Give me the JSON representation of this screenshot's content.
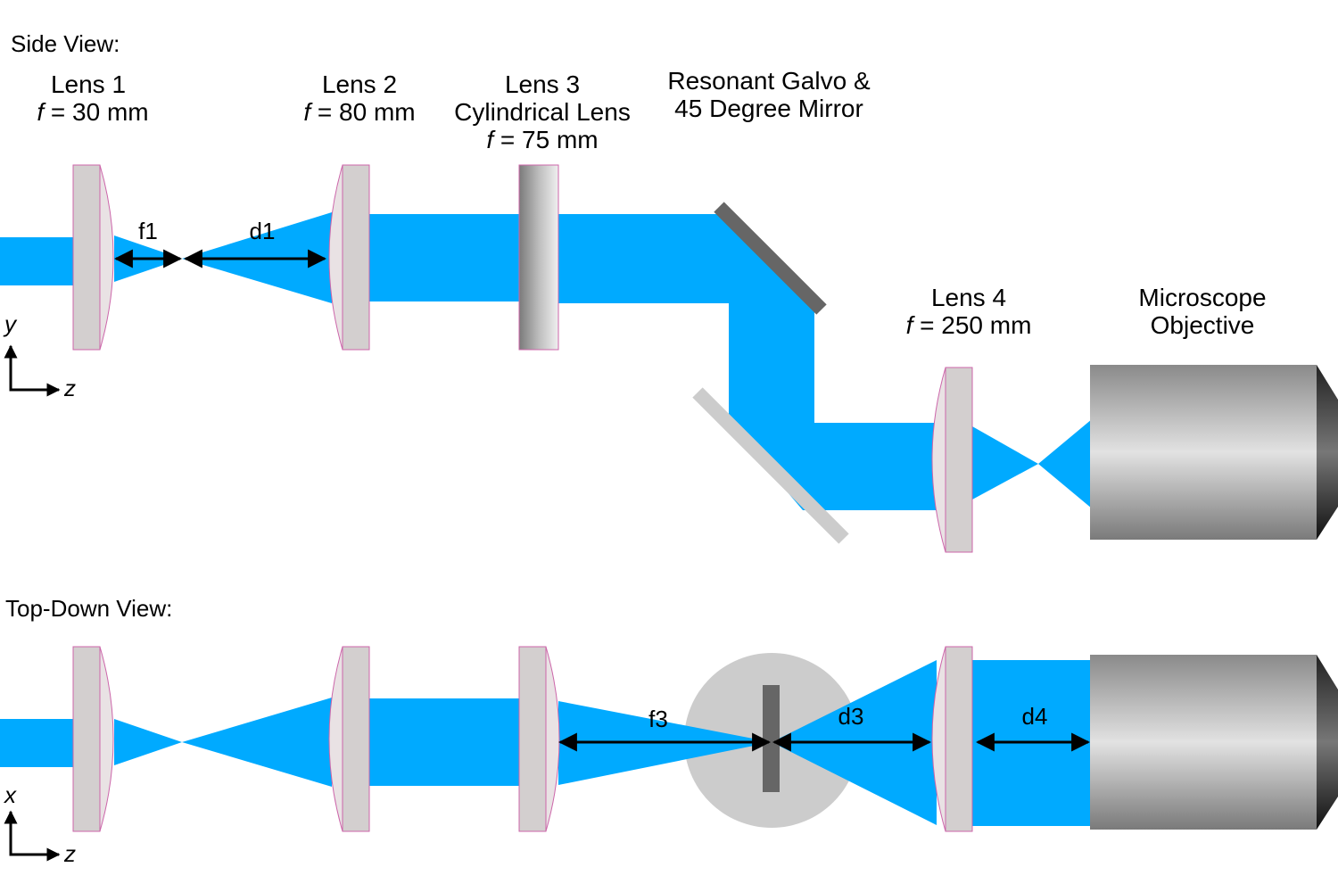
{
  "side_view": {
    "title": "Side View:",
    "lens1": {
      "name": "Lens 1",
      "f_symbol": "f",
      "f_value": " = 30 mm"
    },
    "lens2": {
      "name": "Lens 2",
      "f_symbol": "f",
      "f_value": " = 80 mm"
    },
    "lens3": {
      "name": "Lens 3",
      "type": "Cylindrical Lens",
      "f_symbol": "f",
      "f_value": " = 75 mm"
    },
    "galvo": {
      "line1": "Resonant Galvo &",
      "line2": "45 Degree Mirror"
    },
    "lens4": {
      "name": "Lens 4",
      "f_symbol": "f",
      "f_value": " = 250 mm"
    },
    "objective": {
      "line1": "Microscope",
      "line2": "Objective"
    },
    "dims": {
      "f1": "f1",
      "d1": "d1"
    },
    "axis": {
      "vertical": "y",
      "horizontal": "z"
    }
  },
  "top_view": {
    "title": "Top-Down View:",
    "dims": {
      "f3": "f3",
      "d3": "d3",
      "d4": "d4"
    },
    "axis": {
      "vertical": "x",
      "horizontal": "z"
    }
  },
  "colors": {
    "beam": "#00aaff",
    "lens": "#d3cfcf",
    "lens_edge": "#cc66aa",
    "mirror_dark": "#666666",
    "mirror_light": "#cccccc",
    "galvo_disc": "#cccccc"
  }
}
